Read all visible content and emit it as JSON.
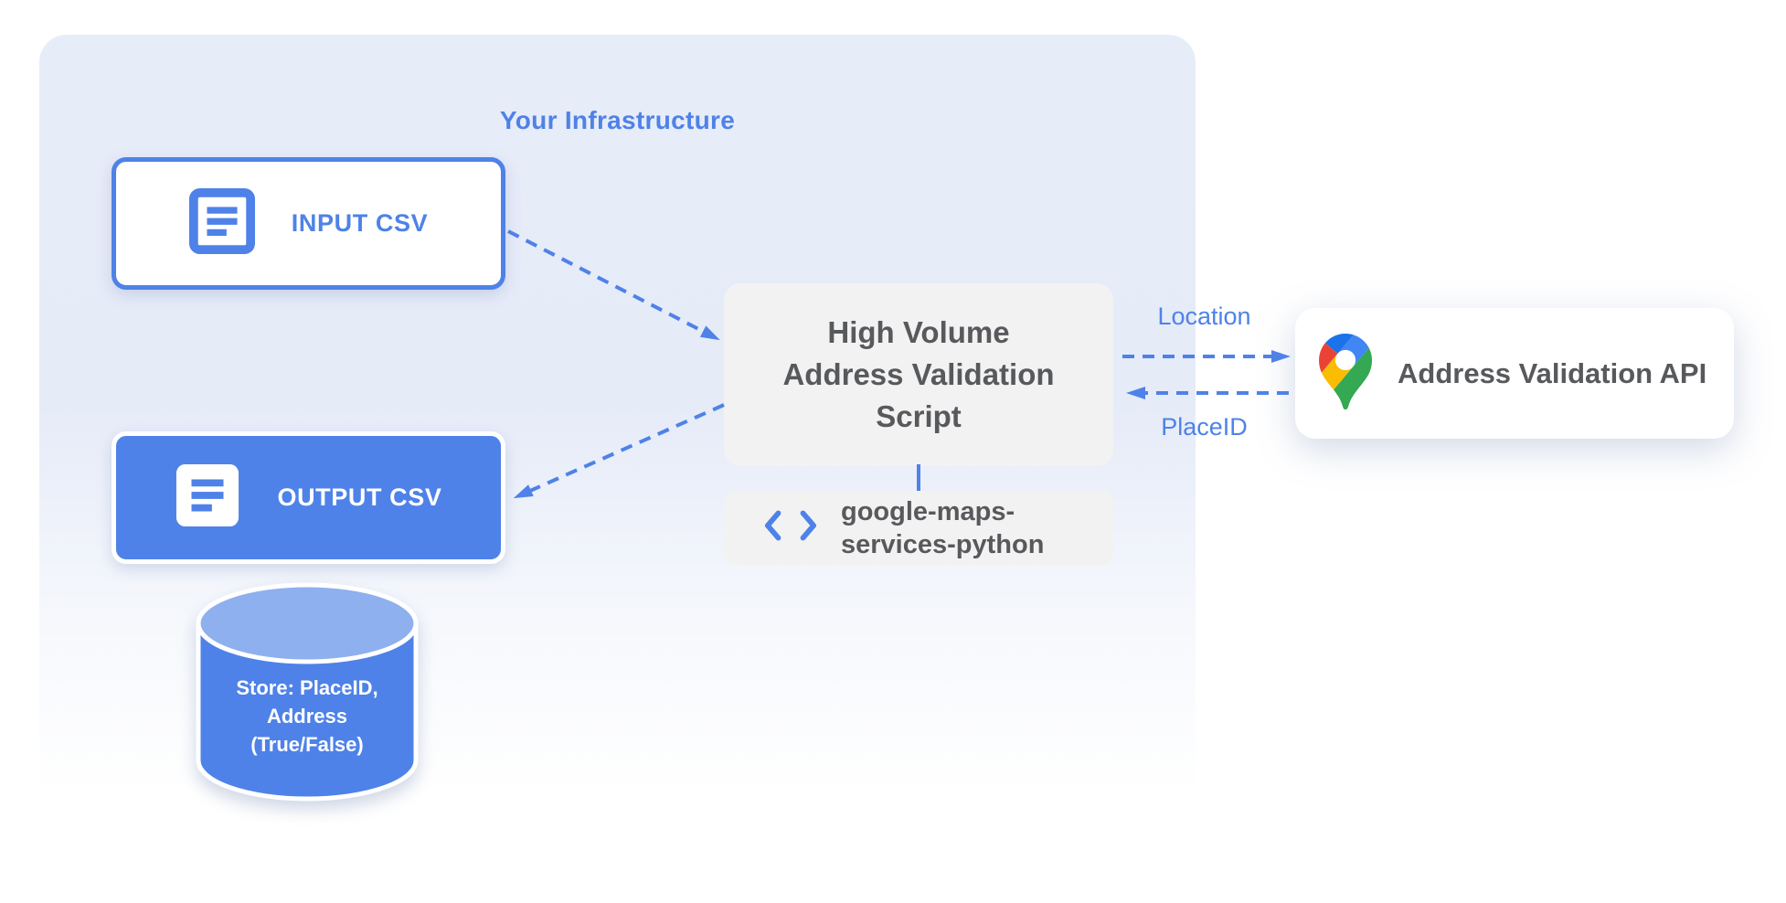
{
  "zone": {
    "title": "Your Infrastructure"
  },
  "nodes": {
    "input_csv": {
      "label": "INPUT CSV"
    },
    "output_csv": {
      "label": "OUTPUT CSV"
    },
    "datastore": {
      "lines": [
        "Store: PlaceID,",
        "Address",
        "(True/False)"
      ]
    },
    "script": {
      "lines": [
        "High Volume",
        "Address Validation",
        "Script"
      ]
    },
    "library": {
      "lines": [
        "google-maps-",
        "services-python"
      ]
    },
    "api": {
      "label": "Address Validation API"
    }
  },
  "edges": {
    "location_label": "Location",
    "placeid_label": "PlaceID"
  },
  "icons": {
    "input_csv": "document-outline-icon",
    "output_csv": "document-filled-icon",
    "library": "code-brackets-icon",
    "api": "google-maps-pin-icon",
    "datastore": "database-cylinder"
  },
  "colors": {
    "accent_blue": "#4E82E8",
    "zone_fill": "#E7ECF9",
    "node_gray": "#F2F2F2",
    "text_gray": "#58595C",
    "cylinder_top": "#8FB0EE",
    "maps_red": "#EA4335",
    "maps_blue": "#4285F4",
    "maps_dark_blue": "#1A73E8",
    "maps_yellow": "#FBBC04",
    "maps_green": "#34A853"
  }
}
